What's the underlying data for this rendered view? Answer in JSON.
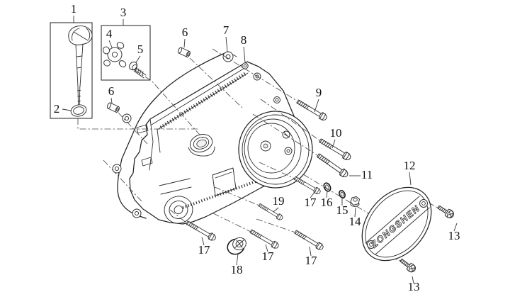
{
  "figure": {
    "type": "exploded-parts-diagram",
    "background_color": "#ffffff",
    "line_color": "#222222",
    "accent_color": "#4a4a4a",
    "brand": "ZONGSHEN",
    "callouts": {
      "c1": "1",
      "c2": "2",
      "c3": "3",
      "c4": "4",
      "c5": "5",
      "c6": "6",
      "c7": "7",
      "c8": "8",
      "c9": "9",
      "c10": "10",
      "c11": "11",
      "c12": "12",
      "c13": "13",
      "c14": "14",
      "c15": "15",
      "c16": "16",
      "c17": "17",
      "c18": "18",
      "c19": "19"
    }
  }
}
